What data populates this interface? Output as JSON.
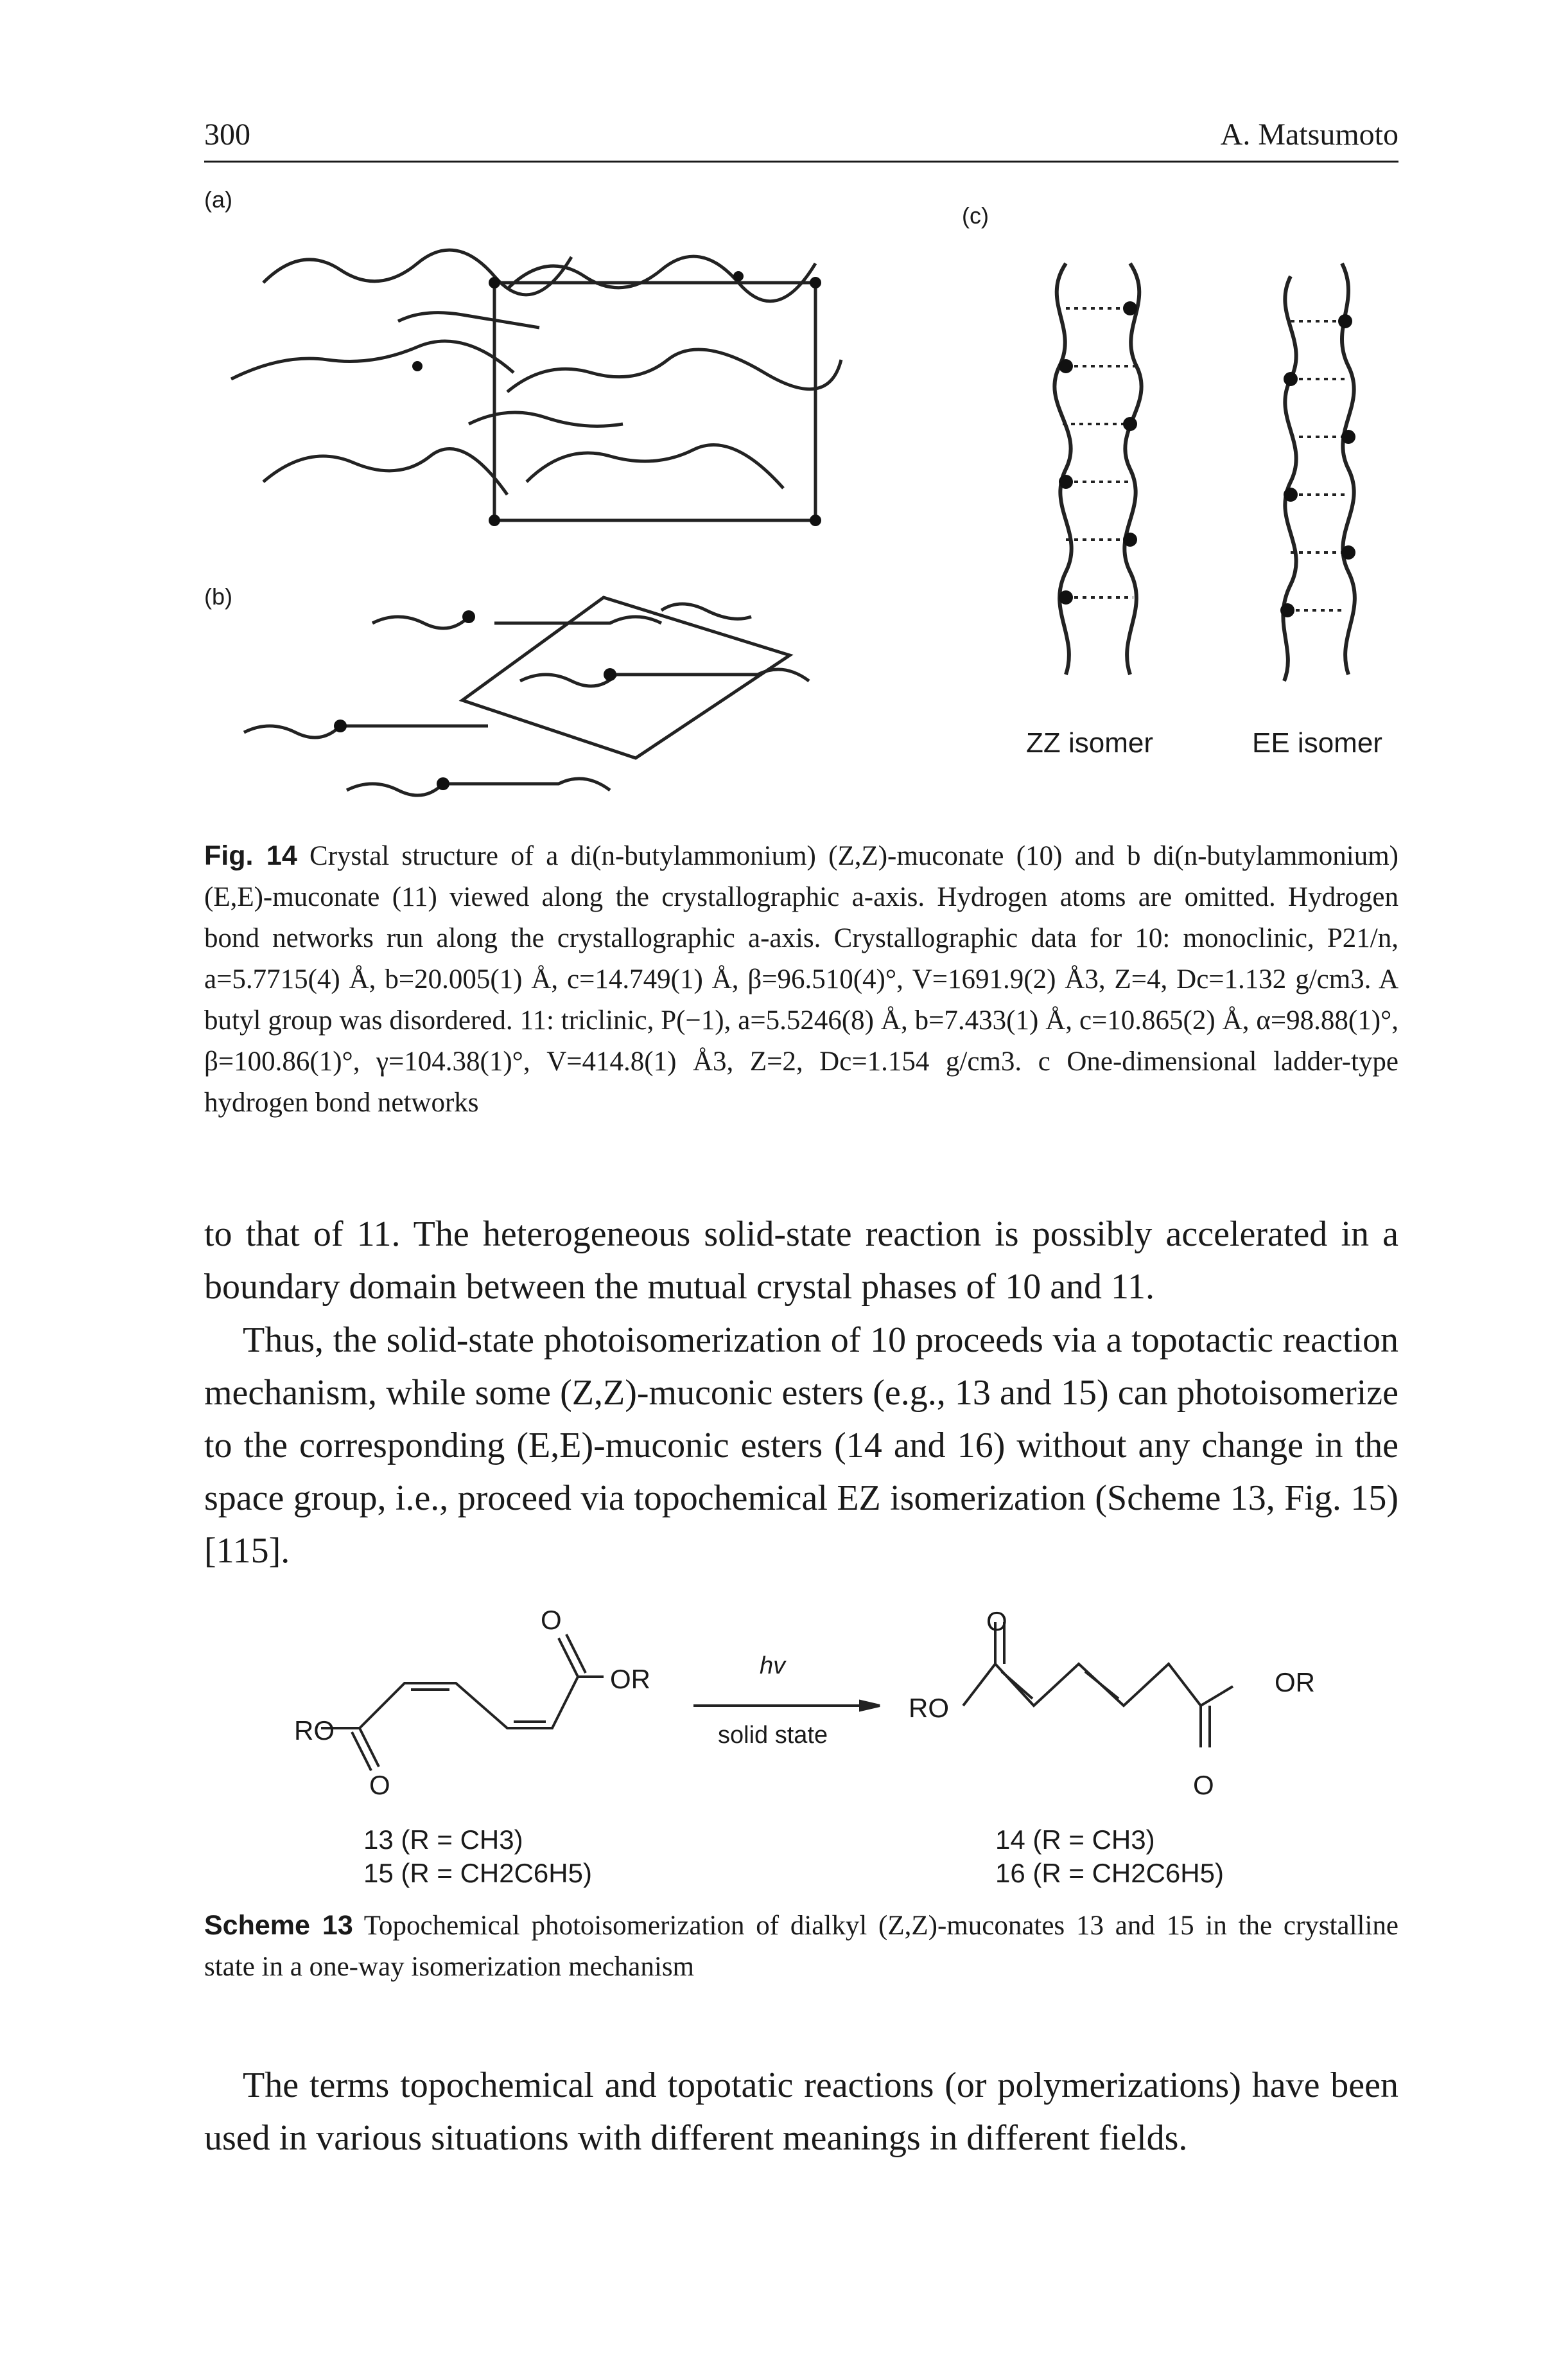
{
  "header": {
    "page_number": "300",
    "running_head": "A. Matsumoto"
  },
  "figure": {
    "panel_a": "(a)",
    "panel_b": "(b)",
    "panel_c": "(c)",
    "zz_label": "ZZ isomer",
    "ee_label": "EE isomer",
    "caption_lead": "Fig. 14",
    "caption_text": "Crystal structure of a di(n-butylammonium) (Z,Z)-muconate (10) and b di(n-butylammonium) (E,E)-muconate (11) viewed along the crystallographic a-axis. Hydrogen atoms are omitted. Hydrogen bond networks run along the crystallographic a-axis. Crystallographic data for 10: monoclinic, P21/n, a=5.7715(4) Å, b=20.005(1) Å, c=14.749(1) Å, β=96.510(4)°, V=1691.9(2) Å3, Z=4, Dc=1.132 g/cm3. A butyl group was disordered. 11: triclinic, P(−1), a=5.5246(8) Å, b=7.433(1) Å, c=10.865(2) Å, α=98.88(1)°, β=100.86(1)°, γ=104.38(1)°, V=414.8(1) Å3, Z=2, Dc=1.154 g/cm3. c One-dimensional ladder-type hydrogen bond networks"
  },
  "body": {
    "para1": "to that of 11. The heterogeneous solid-state reaction is possibly accelerated in a boundary domain between the mutual crystal phases of 10 and 11.",
    "para2": "Thus, the solid-state photoisomerization of 10 proceeds via a topotactic reaction mechanism, while some (Z,Z)-muconic esters (e.g., 13 and 15) can photoisomerize to the corresponding (E,E)-muconic esters (14 and 16) without any change in the space group, i.e., proceed via topochemical EZ isomerization (Scheme 13, Fig. 15) [115].",
    "para3": "The terms topochemical and topotatic reactions (or polymerizations) have been used in various situations with different meanings in different fields."
  },
  "scheme": {
    "left_o_top": "O",
    "left_or": "OR",
    "left_ro": "RO",
    "left_o_bottom": "O",
    "hv": "hv",
    "solid_state": "solid state",
    "right_o_top": "O",
    "right_ro": "RO",
    "right_or": "OR",
    "right_o_bottom": "O",
    "c13": "13 (R = CH3)",
    "c15": "15 (R = CH2C6H5)",
    "c14": "14 (R = CH3)",
    "c16": "16 (R = CH2C6H5)",
    "caption_lead": "Scheme 13",
    "caption_text": "Topochemical photoisomerization of dialkyl (Z,Z)-muconates 13 and 15 in the crystalline state in a one-way isomerization mechanism"
  }
}
